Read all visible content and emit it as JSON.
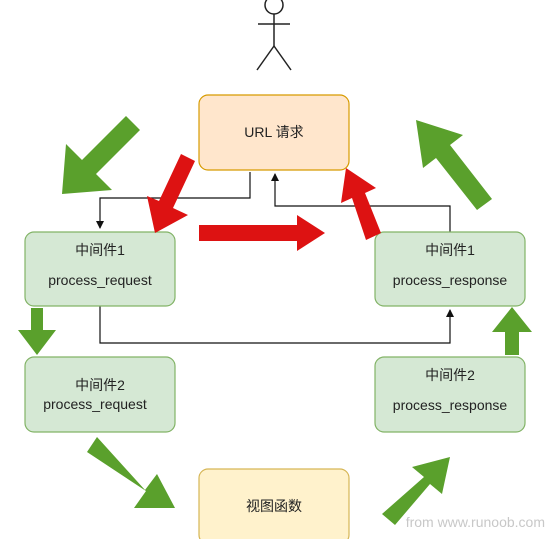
{
  "nodes": {
    "url_request": {
      "label": "URL 请求"
    },
    "mw1_request": {
      "title": "中间件1",
      "method": "process_request"
    },
    "mw2_request": {
      "title": "中间件2",
      "method": "process_request"
    },
    "mw1_response": {
      "title": "中间件1",
      "method": "process_response"
    },
    "mw2_response": {
      "title": "中间件2",
      "method": "process_response"
    },
    "view_function": {
      "label": "视图函数"
    }
  },
  "watermark": "from www.runoob.com",
  "colors": {
    "url_fill": "#ffe6cc",
    "url_stroke": "#d79b00",
    "middleware_fill": "#d5e8d4",
    "middleware_stroke": "#82b366",
    "view_fill": "#fff2cc",
    "view_stroke": "#d6b656",
    "green_arrow": "#5aa02c",
    "red_arrow": "#dd1212",
    "line": "#111111"
  }
}
